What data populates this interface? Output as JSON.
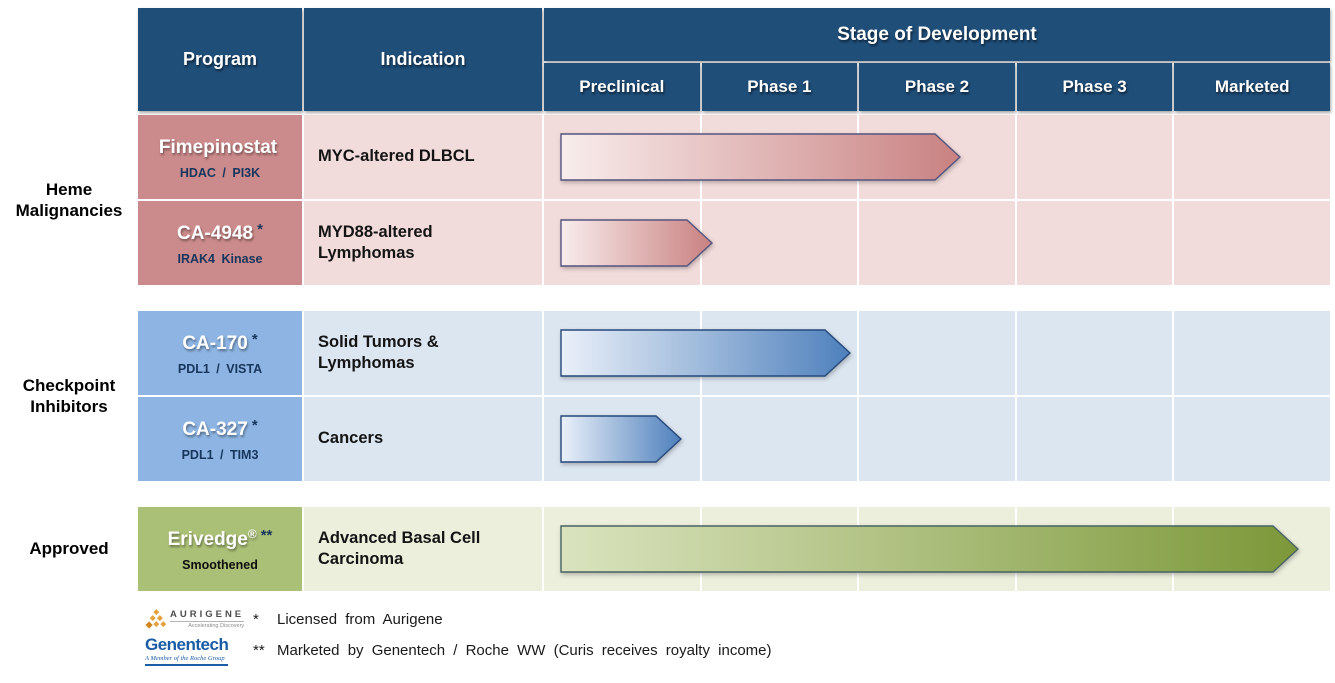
{
  "header": {
    "program": "Program",
    "indication": "Indication",
    "stage_title": "Stage of Development",
    "stages": [
      "Preclinical",
      "Phase 1",
      "Phase 2",
      "Phase 3",
      "Marketed"
    ]
  },
  "groups": [
    {
      "label": "Heme Malignancies",
      "theme": "rose",
      "rows": [
        {
          "name": "Fimepinostat",
          "mark": "",
          "asterisk": "",
          "target": "HDAC / PI3K",
          "indication": "MYC-altered DLBCL",
          "arrow_pct": 51
        },
        {
          "name": "CA-4948",
          "mark": "",
          "asterisk": "*",
          "target": "IRAK4 Kinase",
          "indication": "MYD88-altered Lymphomas",
          "arrow_pct": 19.5
        }
      ]
    },
    {
      "label": "Checkpoint Inhibitors",
      "theme": "blue",
      "rows": [
        {
          "name": "CA-170",
          "mark": "",
          "asterisk": "*",
          "target": "PDL1 / VISTA",
          "indication": "Solid Tumors & Lymphomas",
          "arrow_pct": 37
        },
        {
          "name": "CA-327",
          "mark": "",
          "asterisk": "*",
          "target": "PDL1 / TIM3",
          "indication": "Cancers",
          "arrow_pct": 15.5
        }
      ]
    },
    {
      "label": "Approved",
      "theme": "green",
      "rows": [
        {
          "name": "Erivedge",
          "mark": "®",
          "asterisk": "**",
          "target": "Smoothened",
          "indication": "Advanced Basal Cell Carcinoma",
          "arrow_pct": 94
        }
      ]
    }
  ],
  "footnotes": [
    {
      "marker": "*",
      "text": "Licensed from Aurigene"
    },
    {
      "marker": "**",
      "text": "Marketed by Genentech / Roche WW (Curis receives royalty income)"
    }
  ],
  "logos": {
    "aurigene": {
      "name": "AURIGENE",
      "tagline": "Accelerating Discovery"
    },
    "genentech": {
      "name": "Genentech",
      "tagline": "A Member of the Roche Group"
    }
  },
  "colors": {
    "header_bg": "#1F4E79",
    "themes": {
      "rose": {
        "program_bg": "#CB8A8B",
        "cell_bg": "#F2DCDB",
        "arrow_from": "#F8EDEC",
        "arrow_to": "#C98181",
        "arrow_border": "#55557F"
      },
      "blue": {
        "program_bg": "#8DB4E2",
        "cell_bg": "#DCE6F1",
        "arrow_from": "#EAF0F9",
        "arrow_to": "#4E80BC",
        "arrow_border": "#26497C"
      },
      "green": {
        "program_bg": "#ABC077",
        "cell_bg": "#ECEFDC",
        "arrow_from": "#DAE3BE",
        "arrow_to": "#7C9839",
        "arrow_border": "#486464"
      }
    }
  },
  "chart_data": {
    "type": "gantt",
    "title": "Stage of Development",
    "stages": [
      "Preclinical",
      "Phase 1",
      "Phase 2",
      "Phase 3",
      "Marketed"
    ],
    "stage_axis_range": [
      0,
      5
    ],
    "series": [
      {
        "group": "Heme Malignancies",
        "program": "Fimepinostat",
        "mechanism": "HDAC / PI3K",
        "indication": "MYC-altered DLBCL",
        "stage_reached": 2.6
      },
      {
        "group": "Heme Malignancies",
        "program": "CA-4948",
        "mechanism": "IRAK4 Kinase",
        "indication": "MYD88-altered Lymphomas",
        "stage_reached": 1.1
      },
      {
        "group": "Checkpoint Inhibitors",
        "program": "CA-170",
        "mechanism": "PDL1 / VISTA",
        "indication": "Solid Tumors & Lymphomas",
        "stage_reached": 2.0
      },
      {
        "group": "Checkpoint Inhibitors",
        "program": "CA-327",
        "mechanism": "PDL1 / TIM3",
        "indication": "Cancers",
        "stage_reached": 0.9
      },
      {
        "group": "Approved",
        "program": "Erivedge",
        "mechanism": "Smoothened",
        "indication": "Advanced Basal Cell Carcinoma",
        "stage_reached": 4.9
      }
    ]
  }
}
